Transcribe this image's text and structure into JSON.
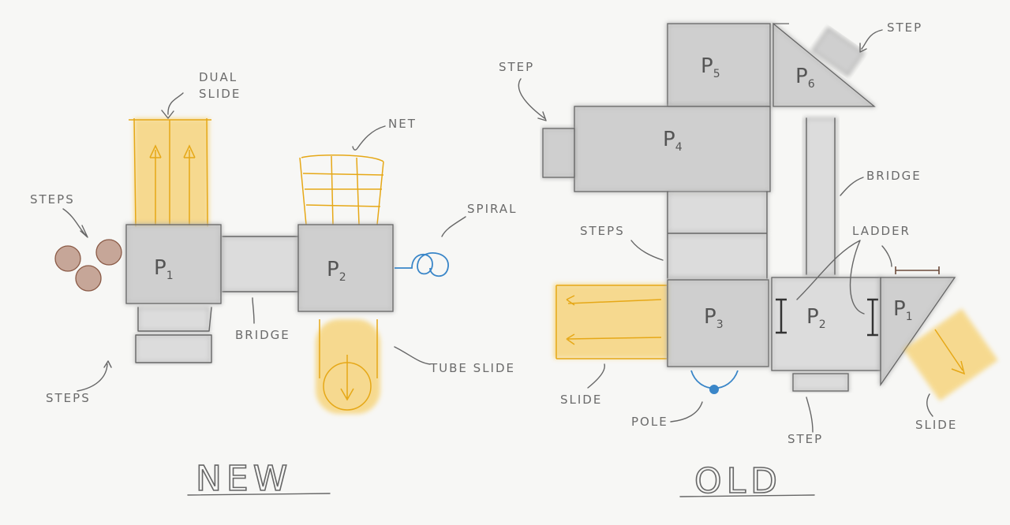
{
  "colors": {
    "platform": "#cfcfcf",
    "slide": "#f6c23e",
    "spiral": "#3a86c8",
    "steps_round": "#a5705a",
    "ink": "#666666"
  },
  "new": {
    "title": "NEW",
    "platforms": [
      {
        "main": "P",
        "sub": "1"
      },
      {
        "main": "P",
        "sub": "2"
      }
    ],
    "labels": {
      "dual_slide_line1": "DUAL",
      "dual_slide_line2": "SLIDE",
      "net": "NET",
      "spiral": "SPIRAL",
      "steps_top": "STEPS",
      "steps_bottom": "STEPS",
      "bridge": "BRIDGE",
      "tube_slide": "TUBE SLIDE"
    }
  },
  "old": {
    "title": "OLD",
    "platforms": [
      {
        "main": "P",
        "sub": "5"
      },
      {
        "main": "P",
        "sub": "6"
      },
      {
        "main": "P",
        "sub": "4"
      },
      {
        "main": "P",
        "sub": "3"
      },
      {
        "main": "P",
        "sub": "2"
      },
      {
        "main": "P",
        "sub": "1"
      }
    ],
    "labels": {
      "step_top_right": "STEP",
      "step_left": "STEP",
      "bridge": "BRIDGE",
      "steps": "STEPS",
      "ladder": "LADDER",
      "slide_left": "SLIDE",
      "pole": "POLE",
      "step_bottom": "STEP",
      "slide_right": "SLIDE"
    }
  }
}
